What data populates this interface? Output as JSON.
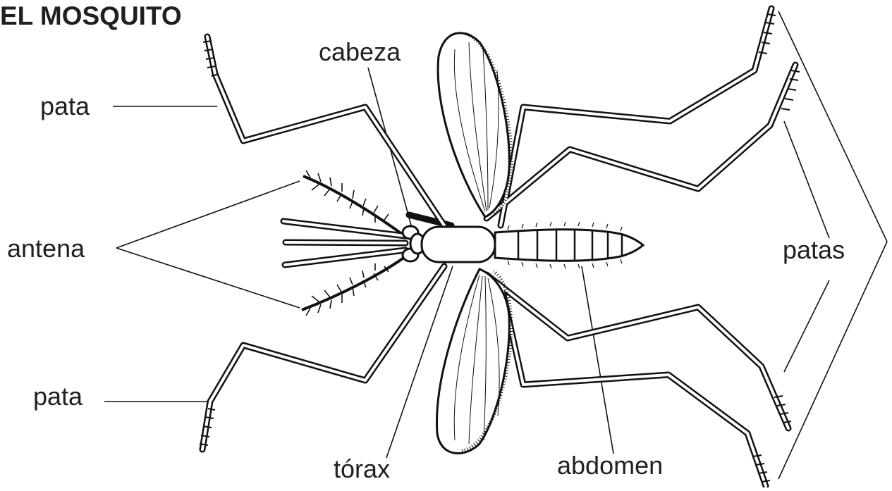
{
  "title": "EL MOSQUITO",
  "labels": {
    "cabeza": "cabeza",
    "pata_top": "pata",
    "antena": "antena",
    "pata_bottom": "pata",
    "torax": "tórax",
    "abdomen": "abdomen",
    "patas": "patas"
  },
  "colors": {
    "ink": "#111111",
    "text": "#231f20",
    "background": "#ffffff"
  }
}
